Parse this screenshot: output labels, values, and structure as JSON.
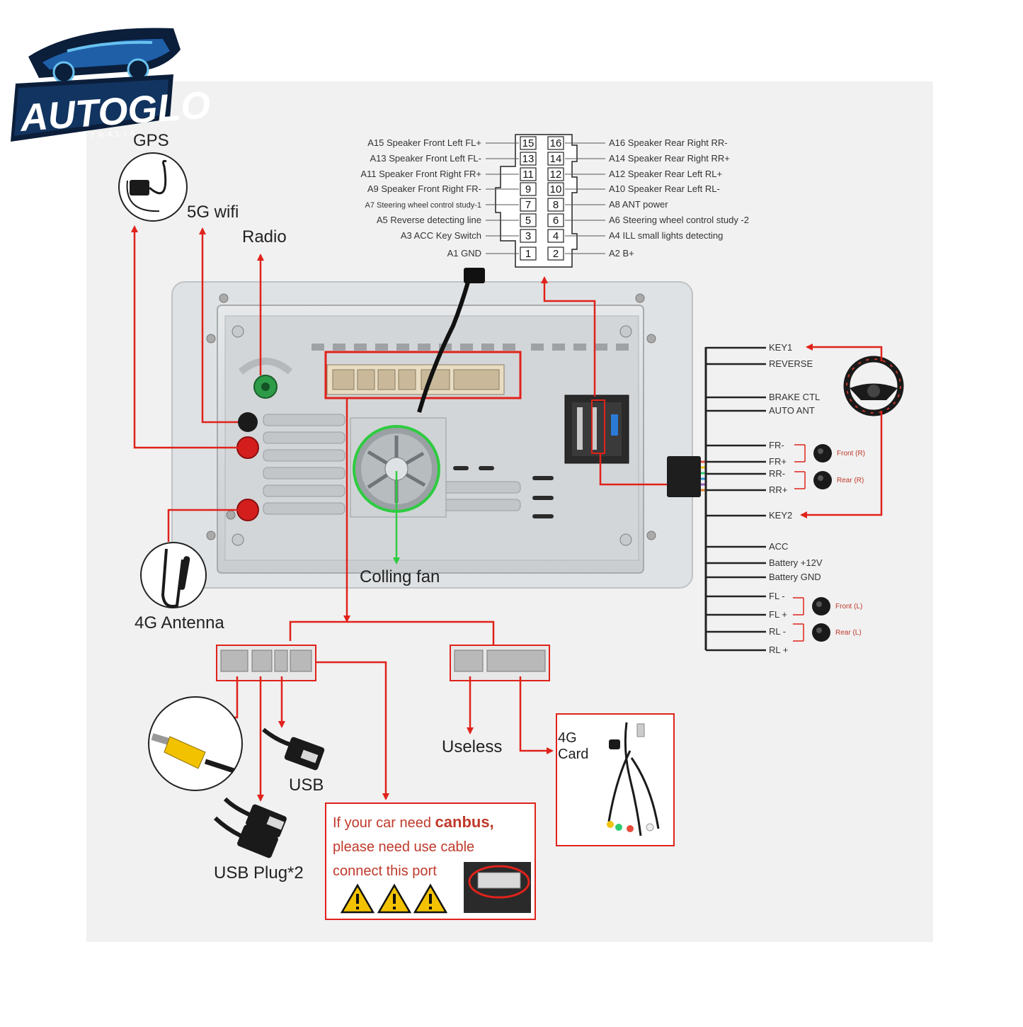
{
  "brand": {
    "name": "AUTOGLO",
    "tagline": "AUSTRALIA",
    "colors": {
      "dark": "#0b1e3a",
      "mid": "#1f5fa8",
      "light": "#69c2f0"
    }
  },
  "colors": {
    "arrow_red": "#e0221b",
    "fan_green": "#2ecc40",
    "background_panel": "#f1f1f1",
    "unit_body": "#cfd3d6"
  },
  "labels": {
    "gps": "GPS",
    "wifi": "5G wifi",
    "radio": "Radio",
    "cooling_fan": "Colling fan",
    "antenna_4g": "4G Antenna",
    "usb": "USB",
    "usb_plug": "USB Plug*2",
    "useless": "Useless",
    "card_4g_line1": "4G",
    "card_4g_line2": "Card"
  },
  "connector": {
    "left_pins": [
      {
        "num": "15",
        "label": "A15  Speaker Front Left FL+"
      },
      {
        "num": "13",
        "label": "A13  Speaker Front Left FL-"
      },
      {
        "num": "11",
        "label": "A11  Speaker Front Right FR+"
      },
      {
        "num": "9",
        "label": "A9    Speaker Front Right FR-"
      },
      {
        "num": "7",
        "label": "A7   Steering wheel control study-1"
      },
      {
        "num": "5",
        "label": "A5   Reverse detecting line"
      },
      {
        "num": "3",
        "label": "A3 ACC Key Switch"
      },
      {
        "num": "1",
        "label": "A1 GND"
      }
    ],
    "right_pins": [
      {
        "num": "16",
        "label": "A16 Speaker Rear Right RR-"
      },
      {
        "num": "14",
        "label": "A14 Speaker Rear Right RR+"
      },
      {
        "num": "12",
        "label": "A12 Speaker Rear Left RL+"
      },
      {
        "num": "10",
        "label": "A10 Speaker Rear Left RL-"
      },
      {
        "num": "8",
        "label": "A8   ANT power"
      },
      {
        "num": "6",
        "label": "A6   Steering wheel control study -2"
      },
      {
        "num": "4",
        "label": "A4   ILL small lights detecting"
      },
      {
        "num": "2",
        "label": "A2   B+"
      }
    ]
  },
  "harness": {
    "wires": [
      "KEY1",
      "REVERSE",
      "BRAKE CTL",
      "AUTO ANT",
      "FR-",
      "FR+",
      "RR-",
      "RR+",
      "KEY2",
      "ACC",
      "Battery +12V",
      "Battery GND",
      "FL -",
      "FL +",
      "RL -",
      "RL +"
    ],
    "speakers": [
      "Front (R)",
      "Rear (R)",
      "Front (L)",
      "Rear (L)"
    ]
  },
  "canbus_note": {
    "line1_prefix": "If your car need ",
    "line1_bold": "canbus,",
    "line2": "please need use cable",
    "line3": "connect this port"
  }
}
